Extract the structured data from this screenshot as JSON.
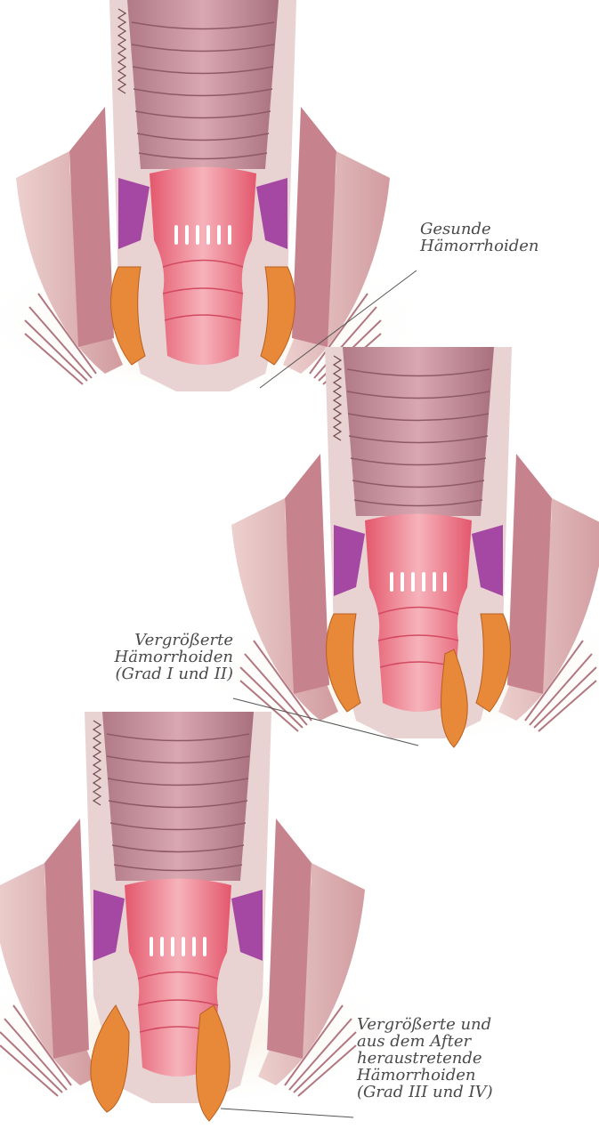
{
  "labels": {
    "healthy": [
      "Gesunde",
      "Hämorrhoiden"
    ],
    "enlarged": [
      "Vergrößerte",
      "Hämorrhoiden",
      "(Grad I und II)"
    ],
    "prolapsed": [
      "Vergrößerte und",
      "aus dem After",
      "heraustretende",
      "Hämorrhoiden",
      "(Grad III und IV)"
    ]
  },
  "colors": {
    "tissue": "#c9858f",
    "tissue_dark": "#a35f69",
    "mucosa": "#e65f73",
    "mucosa_light": "#f2a3ae",
    "rectum": "#b88995",
    "vessel": "#9c3f9c",
    "hemorrhoid": "#e0852d",
    "skin": "#f1dfc8",
    "leader_line": "#555555"
  },
  "icons": [
    "anatomy-illustration"
  ]
}
